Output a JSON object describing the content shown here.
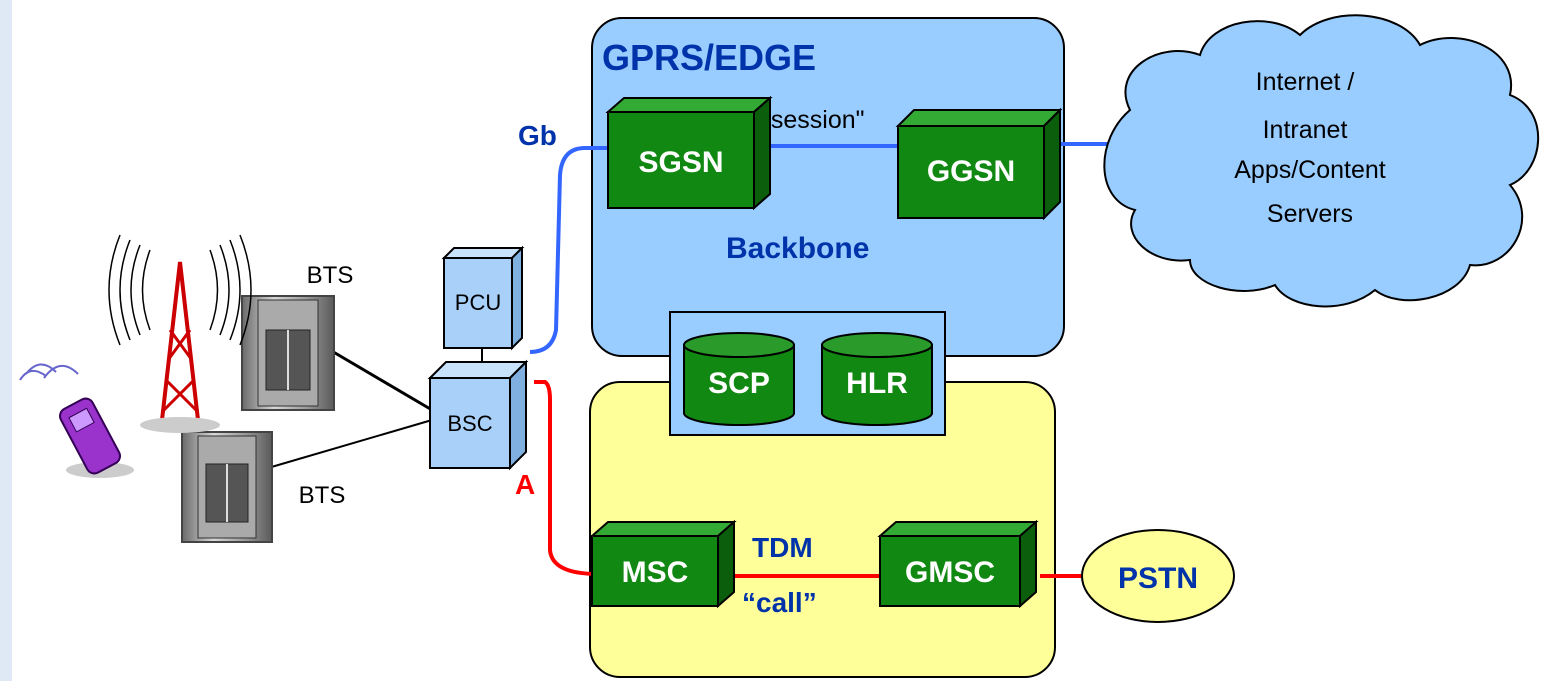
{
  "diagram": {
    "gprs_region_title": "GPRS/EDGE",
    "backbone_label": "Backbone",
    "session_label": "\"session\"",
    "gb_label": "Gb",
    "a_label": "A",
    "tdm_label": "TDM",
    "call_label": "“call”",
    "nodes": {
      "sgsn": "SGSN",
      "ggsn": "GGSN",
      "msc": "MSC",
      "gmsc": "GMSC",
      "scp": "SCP",
      "hlr": "HLR",
      "pcu": "PCU",
      "bsc": "BSC",
      "bts_top": "BTS",
      "bts_bottom": "BTS",
      "pstn": "PSTN"
    },
    "cloud_lines": [
      "Internet /",
      "Intranet",
      "Apps/Content",
      "Servers"
    ],
    "colors": {
      "gprs_region": "#99ccff",
      "circuit_region": "#ffff99",
      "node_green": "#118811",
      "packet_link": "#3366ff",
      "circuit_link": "#ff0000",
      "label_blue": "#0033aa",
      "light_node": "#a8d0f8"
    }
  }
}
